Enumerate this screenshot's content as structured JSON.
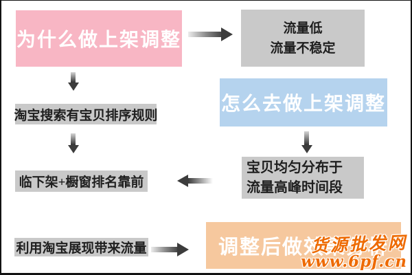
{
  "colors": {
    "pink": "#f8b6c4",
    "blue": "#b5d3ee",
    "gray": "#c9c9c9",
    "gray-text": "#1f1f1f",
    "orange": "#f6c89e",
    "arrow-dark": "#3c3c3c",
    "watermark": "#ee6a00",
    "white-text": "#ffffff"
  },
  "nodes": {
    "why": {
      "label": "为什么做上架调整"
    },
    "symptom": {
      "line1": "流量低",
      "line2": "流量不稳定"
    },
    "rule": {
      "label": "淘宝搜索有宝贝排序规则"
    },
    "how": {
      "label": "怎么去做上架调整"
    },
    "distribute": {
      "line1": "宝贝均匀分布于",
      "line2": "流量高峰时间段"
    },
    "rank": {
      "label": "临下架+橱窗排名靠前"
    },
    "traffic": {
      "label": "利用淘宝展现带来流量"
    },
    "analyze": {
      "label": "调整后做效果分析"
    }
  },
  "watermark": {
    "site_name": "货源批发网",
    "site_url": "www.6pf.cn"
  }
}
